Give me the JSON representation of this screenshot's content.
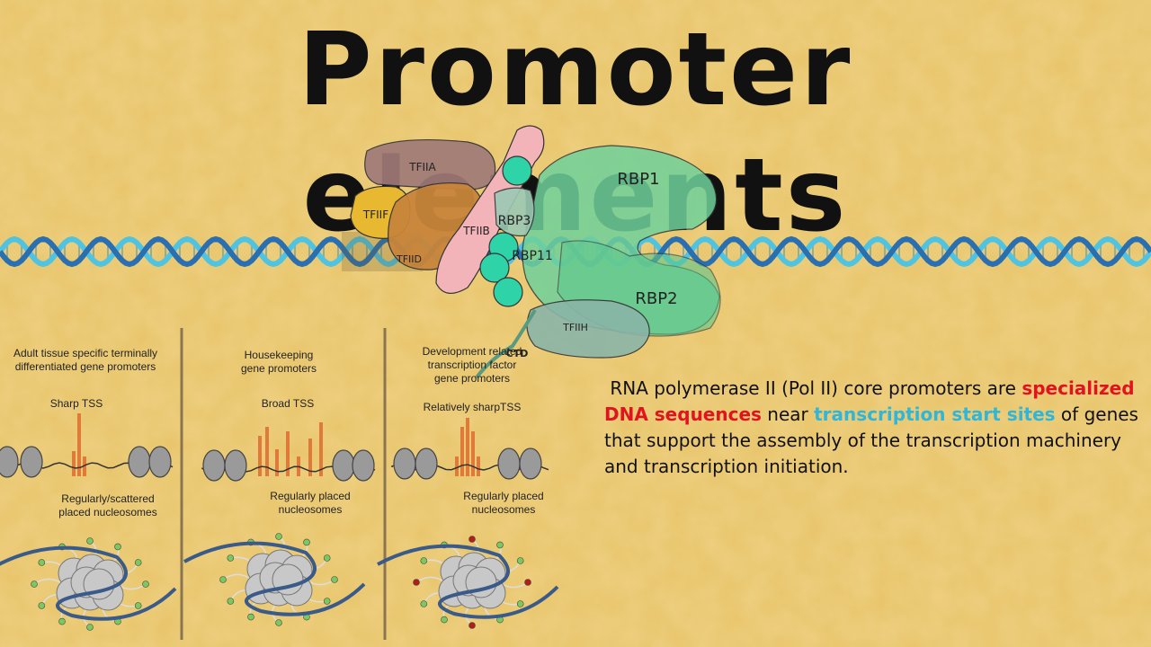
{
  "title": "Promoter elements",
  "complex_labels": {
    "tfiia": "TFIIA",
    "tfiif": "TFIIF",
    "tfiid": "TFIID",
    "tfiib": "TFIIB",
    "rbp3": "RBP3",
    "rbp11": "RBP11",
    "rbp1": "RBP1",
    "rbp2": "RBP2",
    "tfiih": "TFIIH",
    "ctd": "CTD"
  },
  "panels": [
    {
      "heading_line1": "Adult tissue specific terminally",
      "heading_line2": "differentiated gene promoters",
      "tss": "Sharp TSS",
      "nucleosomes_line1": "Regularly/scattered",
      "nucleosomes_line2": "placed nucleosomes"
    },
    {
      "heading_line1": "Housekeeping",
      "heading_line2": "gene promoters",
      "tss": "Broad TSS",
      "nucleosomes_line1": "Regularly placed",
      "nucleosomes_line2": "nucleosomes"
    },
    {
      "heading_line1": "Development related",
      "heading_line2": "transcription factor",
      "heading_line3": "gene promoters",
      "tss": "Relatively sharpTSS",
      "nucleosomes_line1": "Regularly placed",
      "nucleosomes_line2": "nucleosomes"
    }
  ],
  "description": {
    "part1": "RNA polymerase II (Pol II) core promoters are",
    "highlight_red": "specialized DNA sequences",
    "part2": " near ",
    "highlight_cyan": "transcription start sites",
    "part3": " of genes that support the assembly of the transcription machinery and transcription initiation."
  },
  "colors": {
    "background": "#e8c46a",
    "dna_dark": "#2a6fb0",
    "dna_light": "#4fc3e0",
    "tfiia": "#a07070",
    "tfiif": "#e8b830",
    "tfiid": "#c8853a",
    "tfiib": "#f2b4b8",
    "polymerase": "#6fd19a",
    "tfiih": "#8ab5a8",
    "highlight_red": "#e0141e",
    "highlight_cyan": "#2fb6d8",
    "tss_bar": "#e07a3a"
  },
  "icons": [
    "dna-helix-icon",
    "nucleosome-icon",
    "histone-octamer-icon"
  ]
}
